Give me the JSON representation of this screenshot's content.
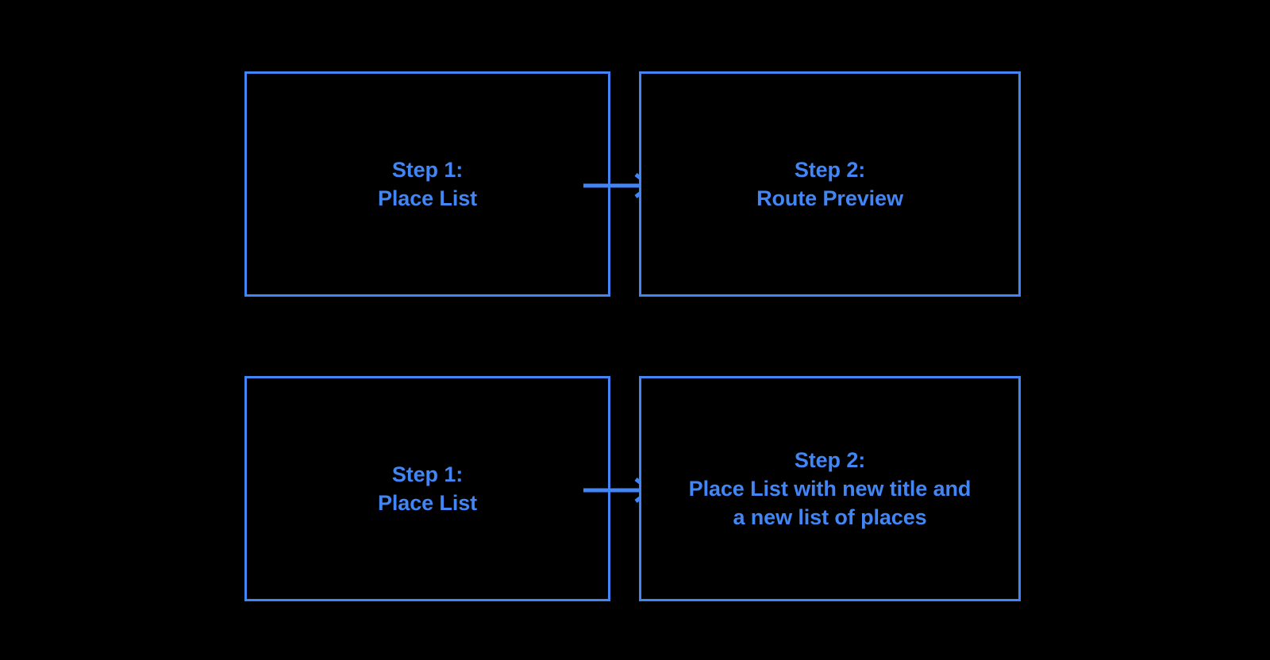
{
  "diagram": {
    "background_color": "#000000",
    "accent_color": "#4285f4",
    "rows": [
      {
        "id": "route-preview-flow",
        "from": {
          "label": "Step 1:\nPlace List",
          "title": "Step 1:",
          "subtitle": "Place List"
        },
        "connector": {
          "icon": "arrow-right-icon",
          "direction": "right"
        },
        "to": {
          "label": "Step 2:\nRoute Preview",
          "title": "Step 2:",
          "subtitle": "Route Preview"
        }
      },
      {
        "id": "place-list-update-flow",
        "from": {
          "label": "Step 1:\nPlace List",
          "title": "Step 1:",
          "subtitle": "Place List"
        },
        "connector": {
          "icon": "arrow-right-icon",
          "direction": "right"
        },
        "to": {
          "label": "Step 2:\nPlace List with new title and\na new list of places",
          "title": "Step 2:",
          "subtitle": "Place List with new title and\na new list of places"
        }
      }
    ]
  }
}
